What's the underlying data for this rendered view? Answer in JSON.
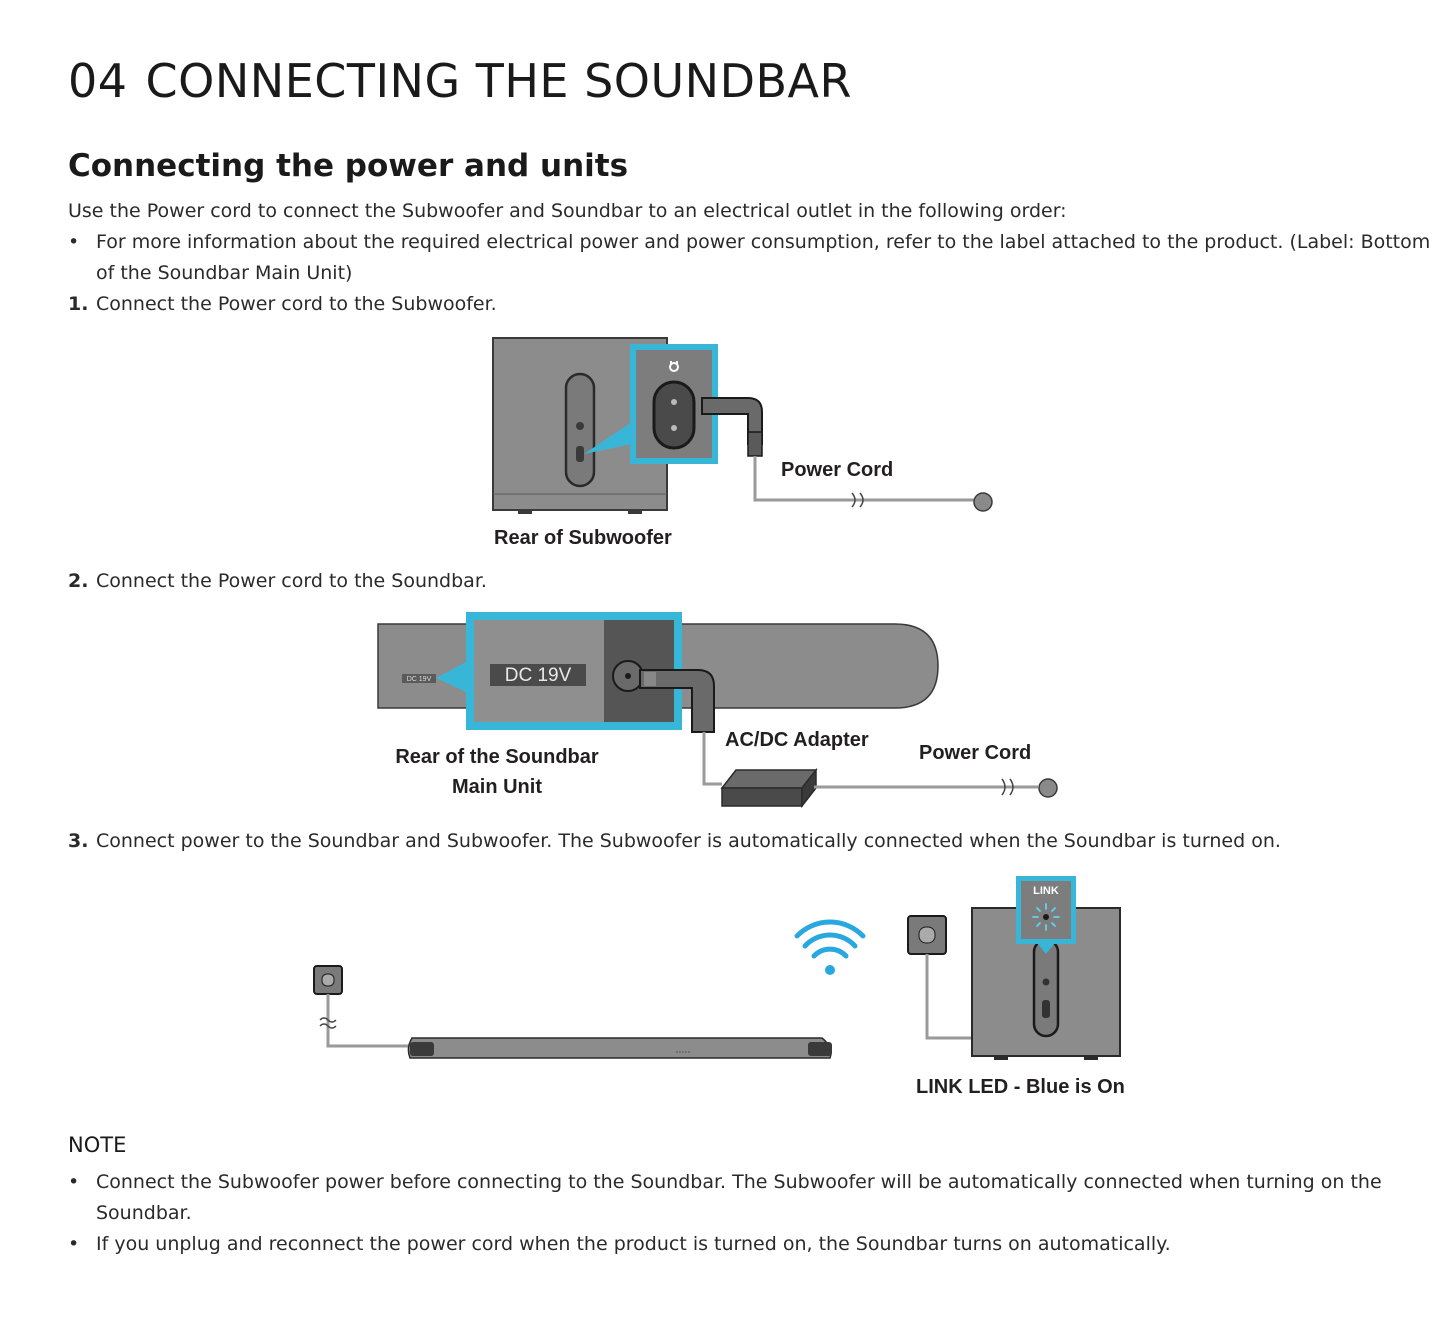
{
  "header": {
    "section_number": "04",
    "title": "CONNECTING THE SOUNDBAR"
  },
  "section": {
    "title": "Connecting the power and units",
    "intro": "Use the Power cord to connect the Subwoofer and Soundbar to an electrical outlet in the following order:",
    "bullet_line1": "For more information about the required electrical power and power consumption, refer to the label attached to the product. (Label: Bottom",
    "bullet_line2": "of the Soundbar Main Unit)"
  },
  "steps": [
    {
      "number": "1.",
      "text": "Connect the Power cord to the Subwoofer."
    },
    {
      "number": "2.",
      "text": "Connect the Power cord to the Soundbar."
    },
    {
      "number": "3.",
      "text": "Connect power to the Soundbar and Subwoofer. The Subwoofer is automatically connected when the Soundbar is turned on."
    }
  ],
  "figure1": {
    "power_cord_label": "Power Cord",
    "caption": "Rear of Subwoofer"
  },
  "figure2": {
    "dc_label_small": "DC 19V",
    "dc_label_large": "DC 19V",
    "adapter_label": "AC/DC Adapter",
    "power_cord_label": "Power Cord",
    "caption_line1": "Rear of the Soundbar",
    "caption_line2": "Main Unit"
  },
  "figure3": {
    "link_label": "LINK",
    "caption": "LINK LED - Blue is On"
  },
  "note": {
    "heading": "NOTE",
    "bullet1_line1": "Connect the Subwoofer power before connecting to the Soundbar. The Subwoofer will be automatically connected when turning on the",
    "bullet1_line2": "Soundbar.",
    "bullet2": "If you unplug and reconnect the power cord when the product is turned on, the Soundbar turns on automatically."
  },
  "colors": {
    "highlight": "#38b6d8",
    "device_gray": "#8c8c8c",
    "dark_gray": "#4a4a4a",
    "wifi_blue": "#29a8e0"
  }
}
